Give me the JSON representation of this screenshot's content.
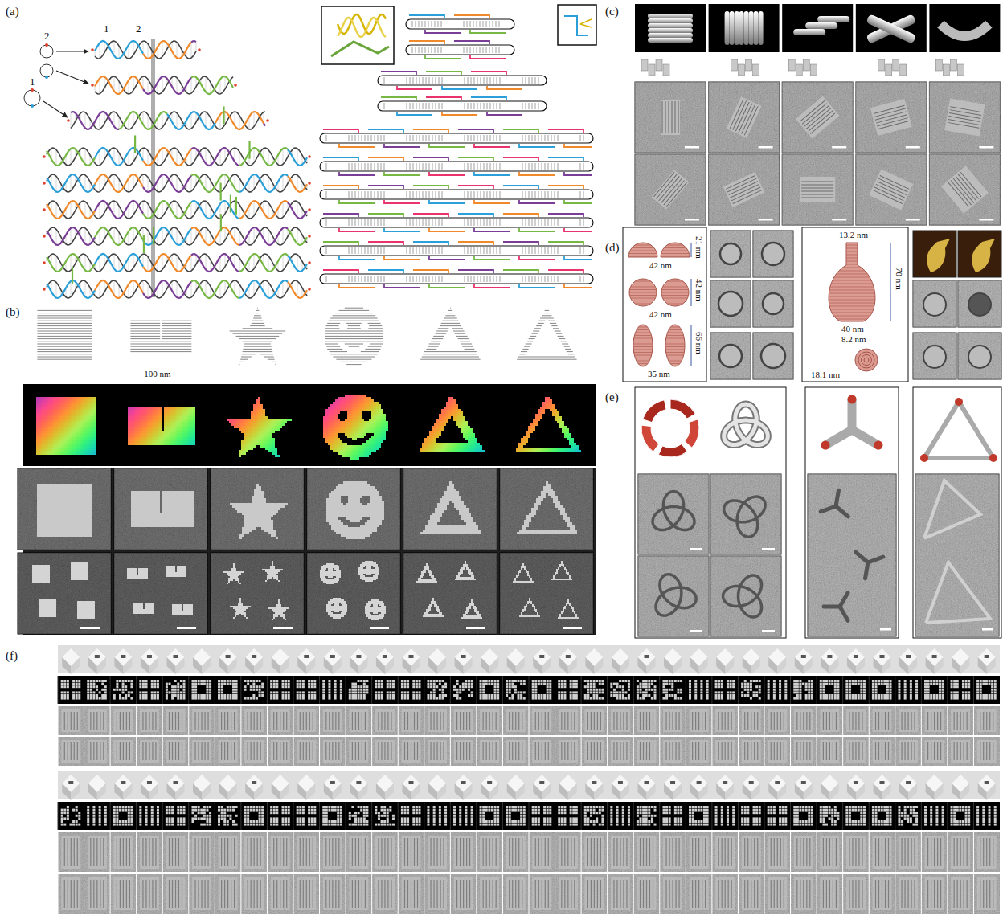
{
  "diagram": {
    "labels": [
      "(a)",
      "2",
      "1",
      "1",
      "2",
      "(b)",
      "−100 nm",
      "(c)",
      "(d)",
      "21 nm",
      "42 nm",
      "42 nm",
      "42 nm",
      "66 nm",
      "35 nm",
      "13.2 nm",
      "70 nm",
      "40 nm",
      "8.2 nm",
      "18.1 nm",
      "(e)",
      "(f)"
    ]
  }
}
